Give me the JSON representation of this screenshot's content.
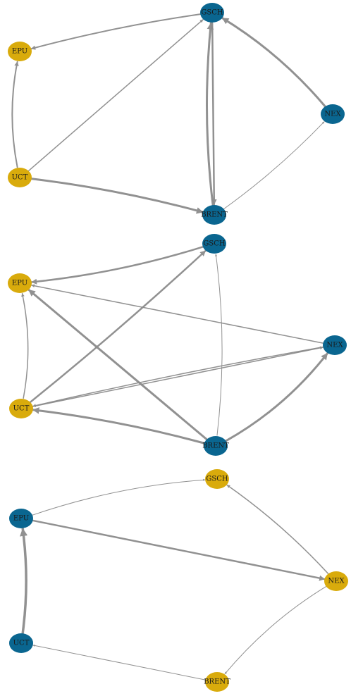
{
  "palette": {
    "yellow": "#d9ab0c",
    "blue": "#0a6690",
    "edge": "#8c8c8c"
  },
  "panels": [
    {
      "nodes": [
        {
          "id": "GSCH",
          "label": "GSCH",
          "color": "#0a6690"
        },
        {
          "id": "EPU",
          "label": "EPU",
          "color": "#d9ab0c"
        },
        {
          "id": "NEX",
          "label": "NEX",
          "color": "#0a6690"
        },
        {
          "id": "UCT",
          "label": "UCT",
          "color": "#d9ab0c"
        },
        {
          "id": "BRENT",
          "label": "BRENT",
          "color": "#0a6690"
        }
      ],
      "edges": [
        {
          "from": "GSCH",
          "to": "EPU",
          "weight": 2
        },
        {
          "from": "UCT",
          "to": "EPU",
          "weight": 2
        },
        {
          "from": "UCT",
          "to": "GSCH",
          "weight": 1.5
        },
        {
          "from": "NEX",
          "to": "GSCH",
          "weight": 3
        },
        {
          "from": "BRENT",
          "to": "GSCH",
          "weight": 3
        },
        {
          "from": "GSCH",
          "to": "BRENT",
          "weight": 2.5
        },
        {
          "from": "UCT",
          "to": "BRENT",
          "weight": 3
        },
        {
          "from": "BRENT",
          "to": "NEX",
          "weight": 1
        }
      ]
    },
    {
      "nodes": [
        {
          "id": "GSCH",
          "label": "GSCH",
          "color": "#0a6690"
        },
        {
          "id": "EPU",
          "label": "EPU",
          "color": "#d9ab0c"
        },
        {
          "id": "NEX",
          "label": "NEX",
          "color": "#0a6690"
        },
        {
          "id": "UCT",
          "label": "UCT",
          "color": "#d9ab0c"
        },
        {
          "id": "BRENT",
          "label": "BRENT",
          "color": "#0a6690"
        }
      ],
      "edges": [
        {
          "from": "GSCH",
          "to": "EPU",
          "weight": 2.5
        },
        {
          "from": "UCT",
          "to": "EPU",
          "weight": 1.5
        },
        {
          "from": "UCT",
          "to": "GSCH",
          "weight": 2.5
        },
        {
          "from": "BRENT",
          "to": "EPU",
          "weight": 3
        },
        {
          "from": "NEX",
          "to": "EPU",
          "weight": 1.5
        },
        {
          "from": "NEX",
          "to": "UCT",
          "weight": 1.5
        },
        {
          "from": "UCT",
          "to": "NEX",
          "weight": 1.5
        },
        {
          "from": "BRENT",
          "to": "UCT",
          "weight": 3
        },
        {
          "from": "BRENT",
          "to": "NEX",
          "weight": 3
        },
        {
          "from": "BRENT",
          "to": "GSCH",
          "weight": 1
        }
      ]
    },
    {
      "nodes": [
        {
          "id": "GSCH",
          "label": "GSCH",
          "color": "#d9ab0c"
        },
        {
          "id": "EPU",
          "label": "EPU",
          "color": "#0a6690"
        },
        {
          "id": "NEX",
          "label": "NEX",
          "color": "#d9ab0c"
        },
        {
          "id": "UCT",
          "label": "UCT",
          "color": "#0a6690"
        },
        {
          "id": "BRENT",
          "label": "BRENT",
          "color": "#d9ab0c"
        }
      ],
      "edges": [
        {
          "from": "EPU",
          "to": "GSCH",
          "weight": 1
        },
        {
          "from": "EPU",
          "to": "NEX",
          "weight": 2.5
        },
        {
          "from": "NEX",
          "to": "GSCH",
          "weight": 1.5
        },
        {
          "from": "UCT",
          "to": "EPU",
          "weight": 3.5
        },
        {
          "from": "NEX",
          "to": "BRENT",
          "weight": 1
        },
        {
          "from": "BRENT",
          "to": "UCT",
          "weight": 1
        }
      ]
    }
  ]
}
